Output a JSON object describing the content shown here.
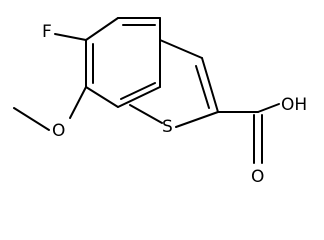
{
  "molecule": {
    "atoms": {
      "fluorine": "F",
      "oxygen_methoxy": "O",
      "sulfur": "S",
      "hydroxyl": "OH",
      "oxygen_carbonyl": "O"
    },
    "bond_color": "#000000",
    "label_color": "#000000",
    "background": "#ffffff"
  }
}
